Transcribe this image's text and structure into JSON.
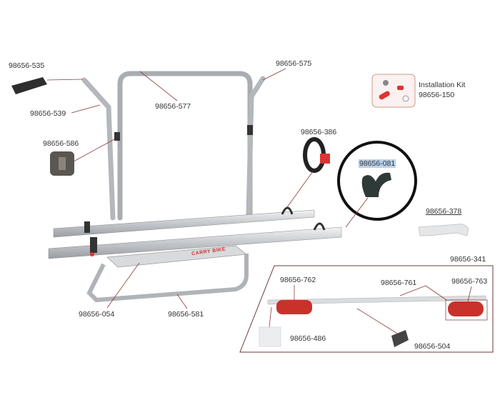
{
  "labels": {
    "p535": "98656-535",
    "p539": "98656-539",
    "p577": "98656-577",
    "p586": "98656-586",
    "p575": "98656-575",
    "kit_title": "Installation Kit",
    "kit_number": "98656-150",
    "p386": "98656-386",
    "p081": "98656-081",
    "p378": "98656-378",
    "p341": "98656-341",
    "p762": "98656-762",
    "p761": "98656-761",
    "p763": "98656-763",
    "p486": "98656-486",
    "p504": "98656-504",
    "p054": "98656-054",
    "p581": "98656-581"
  },
  "product_brand": "CARRY BIKE",
  "colors": {
    "leader": "#8a3a3a",
    "highlight": "#b9d1ea",
    "tube": "#c9ccd0",
    "light": "#c8322a"
  }
}
